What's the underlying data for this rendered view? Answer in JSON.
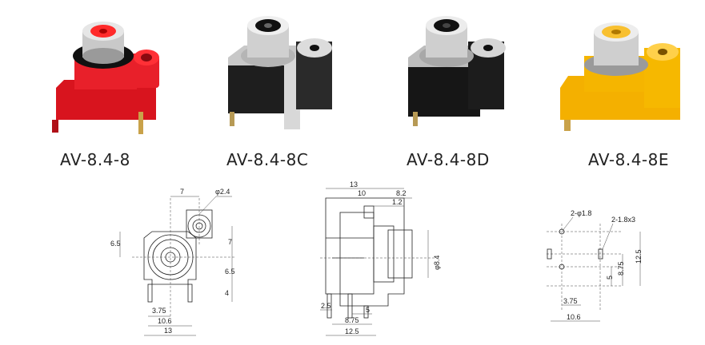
{
  "products": [
    {
      "model": "AV-8.4-8",
      "colors": {
        "body": "#e8202a",
        "core": "#ff3a3a"
      }
    },
    {
      "model": "AV-8.4-8C",
      "colors": {
        "body": "#1e1e1e",
        "core": "#ffffff"
      }
    },
    {
      "model": "AV-8.4-8D",
      "colors": {
        "body": "#1a1a1a",
        "core": "#111111"
      }
    },
    {
      "model": "AV-8.4-8E",
      "colors": {
        "body": "#f4b400",
        "core": "#f7c23a"
      }
    }
  ],
  "drawings": {
    "front": {
      "d1": "7",
      "d2": "φ2.4",
      "d3": "6.5",
      "d4": "7",
      "d5": "6.5",
      "d6": "4",
      "d7": "3.75",
      "d8": "10.6",
      "d9": "13"
    },
    "side": {
      "d1": "13",
      "d2": "10",
      "d3": "8.2",
      "d4": "1.2",
      "d5": "φ8.4",
      "d6": "2.5",
      "d7": "5",
      "d8": "8.75",
      "d9": "12.5"
    },
    "pcb": {
      "d1": "2-φ1.8",
      "d2": "2-1.8x3",
      "d3": "12.5",
      "d4": "8.75",
      "d5": "5",
      "d6": "3.75",
      "d7": "10.6"
    }
  }
}
